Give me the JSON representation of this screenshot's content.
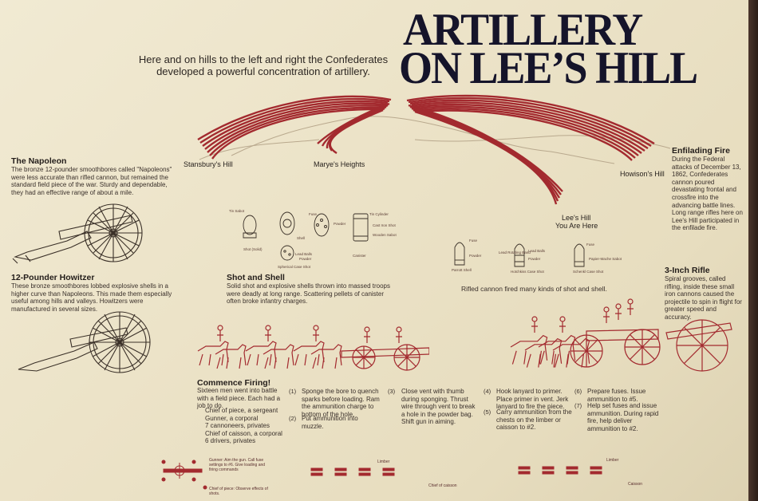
{
  "title": {
    "line1": "ARTILLERY",
    "line2": "ON LEE’S HILL"
  },
  "intro": {
    "text": "Here and on hills to the left and right the Confederates developed a powerful concentration of artillery."
  },
  "map_labels": {
    "stansbury": "Stansbury's Hill",
    "maryes": "Marye's Heights",
    "howison": "Howison's Hill",
    "lees_hill": "Lee's Hill",
    "you_are_here": "You Are Here"
  },
  "napoleon": {
    "heading": "The Napoleon",
    "text": "The bronze 12-pounder smoothbores called \"Napoleons\" were less accurate than rifled cannon, but remained the standard field piece of the war. Sturdy and dependable, they had an effective range of about a mile."
  },
  "howitzer": {
    "heading": "12-Pounder Howitzer",
    "text": "These bronze smoothbores lobbed explosive shells in a higher curve than Napoleons. This made them especially useful among hills and valleys. Howitzers were manufactured in several sizes."
  },
  "enfilading": {
    "heading": "Enfilading Fire",
    "text": "During the Federal attacks of December 13, 1862, Confederates cannon poured devastating frontal and crossfire into the advancing battle lines. Long range rifles here on Lee's Hill participated in the enfilade fire."
  },
  "rifle": {
    "heading": "3-Inch Rifle",
    "text": "Spiral grooves, called rifling, inside these small iron cannons caused the projectile to spin in flight for greater speed and accuracy."
  },
  "shot_shell": {
    "heading": "Shot and Shell",
    "text": "Solid shot and explosive shells thrown into massed troops were deadly at long range. Scattering pellets of canister often broke infantry charges.",
    "labels": [
      "Tin Sabot",
      "Fuse",
      "Powder",
      "Shot (Solid)",
      "Shell",
      "Lead Balls",
      "Powder",
      "Spherical Case Shot",
      "Tin Cylinder",
      "Cast Iron Shot",
      "Wooden Sabot",
      "Canister"
    ]
  },
  "rifled": {
    "caption": "Rifled cannon fired many kinds of shot and shell.",
    "labels": [
      "Fuse",
      "Powder",
      "Parrott Shell",
      "Lead Rotating Band",
      "Hotchkiss Case Shot",
      "Lead Balls",
      "Powder",
      "Fuse",
      "Schenkl Case Shot",
      "Papier-Mache Sabot"
    ]
  },
  "commence": {
    "heading": "Commence Firing!",
    "intro": "Sixteen men went into battle with a field piece. Each had a job to do.",
    "crew": [
      "Chief of piece, a sergeant",
      "Gunner, a corporal",
      "7 cannoneers, privates",
      "Chief of caisson, a corporal",
      "6 drivers, privates"
    ],
    "steps": [
      {
        "num": "(1)",
        "text": "Sponge the bore to quench sparks before loading. Ram the ammunition charge to bottom of the hole."
      },
      {
        "num": "(2)",
        "text": "Put ammunition into muzzle."
      },
      {
        "num": "(3)",
        "text": "Close vent with thumb during sponging. Thrust wire through vent to break a hole in the powder bag. Shift gun in aiming."
      },
      {
        "num": "(4)",
        "text": "Hook lanyard to primer. Place primer in vent. Jerk lanyard to fire the piece."
      },
      {
        "num": "(5)",
        "text": "Carry ammunition from the chests on the limber or caisson to #2."
      },
      {
        "num": "(6)",
        "text": "Prepare fuses. Issue ammunition to #5."
      },
      {
        "num": "(7)",
        "text": "Help set fuses and issue ammunition. During rapid fire, help deliver ammunition to #2."
      }
    ]
  },
  "diagram": {
    "gunner_note": "Gunner: Aim the gun. Call fuse settings to #6. Give loading and firing commands",
    "chief_note": "Chief of piece: Observe effects of shots.",
    "limber1": "Limber",
    "chief_caisson": "Chief of caisson",
    "limber2": "Limber",
    "caisson": "Caisson"
  },
  "colors": {
    "ink": "#15142a",
    "red": "#a32a2f",
    "panel": "#ece3c8"
  }
}
